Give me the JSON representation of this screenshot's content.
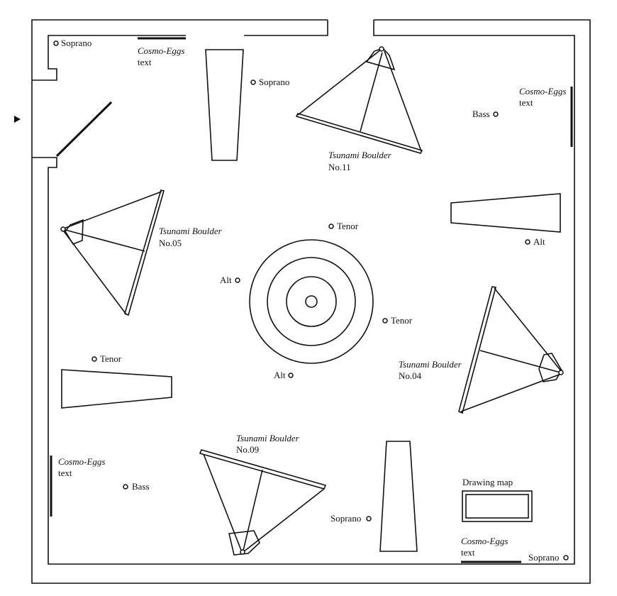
{
  "labels": {
    "soprano": "Soprano",
    "alt": "Alt",
    "tenor": "Tenor",
    "bass": "Bass",
    "cosmo_eggs": "Cosmo-Eggs",
    "text": "text",
    "tsunami_boulder": "Tsunami Boulder",
    "no11": "No.11",
    "no05": "No.05",
    "no04": "No.04",
    "no09": "No.09",
    "drawing_map": "Drawing map"
  }
}
